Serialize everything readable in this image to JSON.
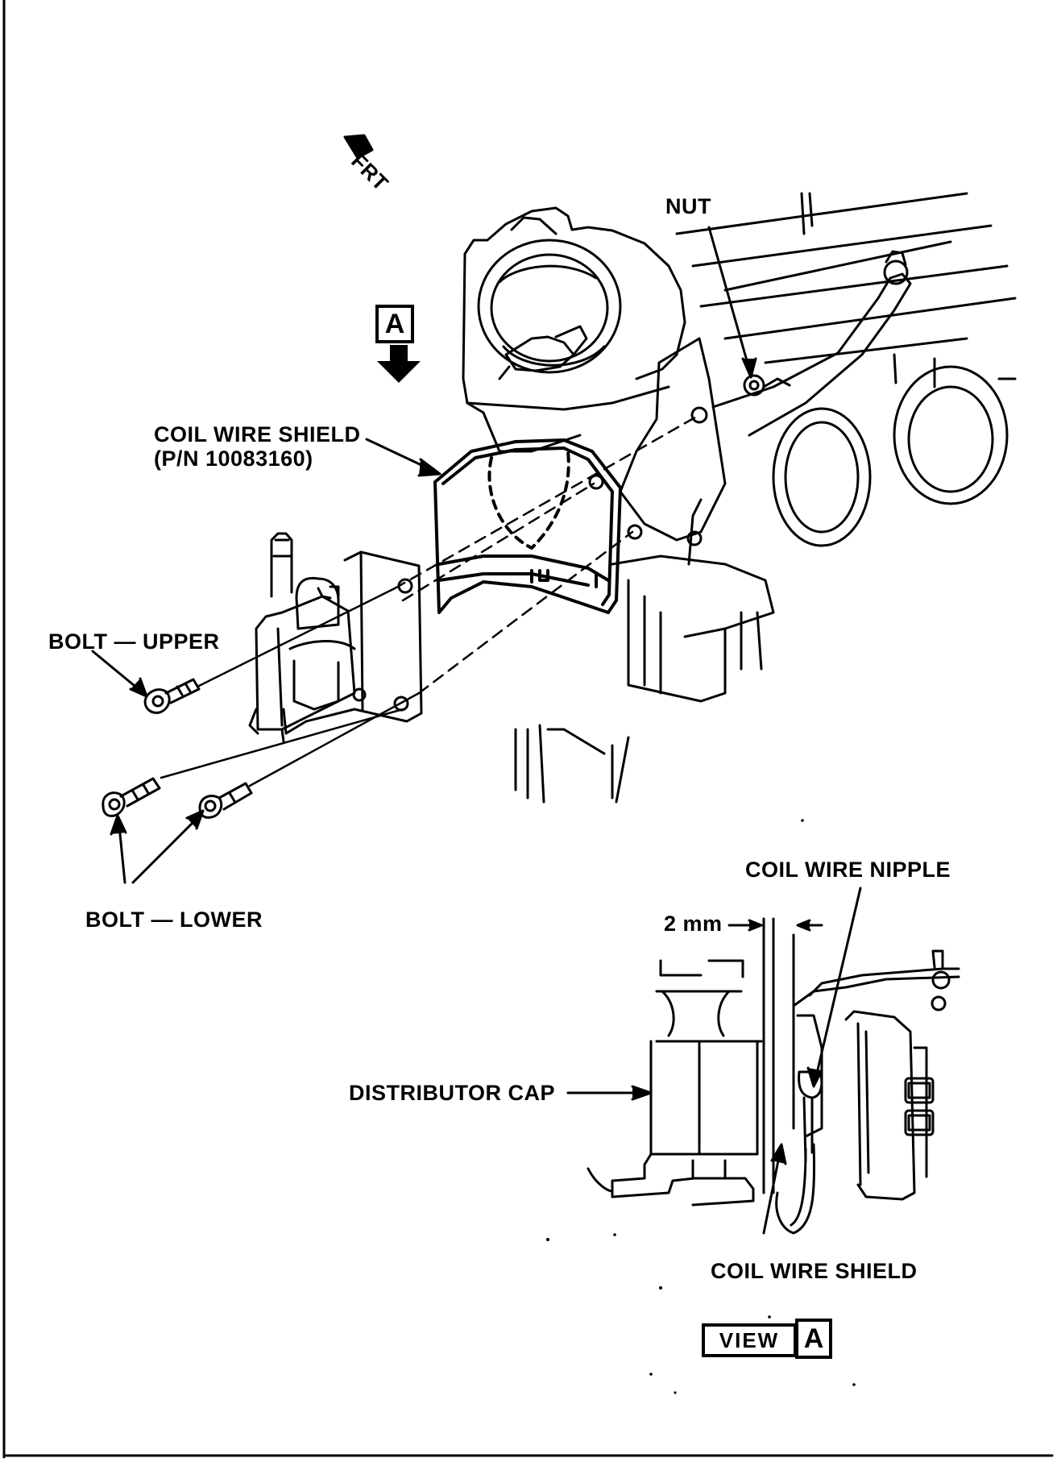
{
  "labels": {
    "front": "FRT",
    "nut": "NUT",
    "view_marker": "A",
    "coil_wire_shield": "COIL WIRE SHIELD",
    "part_number": "(P/N 10083160)",
    "bolt_upper": "BOLT — UPPER",
    "bolt_lower": "BOLT — LOWER",
    "coil_wire_nipple": "COIL WIRE NIPPLE",
    "gap": "2 mm",
    "distributor_cap": "DISTRIBUTOR CAP",
    "coil_wire_shield_detail": "COIL WIRE SHIELD",
    "view_word": "VIEW",
    "view_letter": "A"
  }
}
